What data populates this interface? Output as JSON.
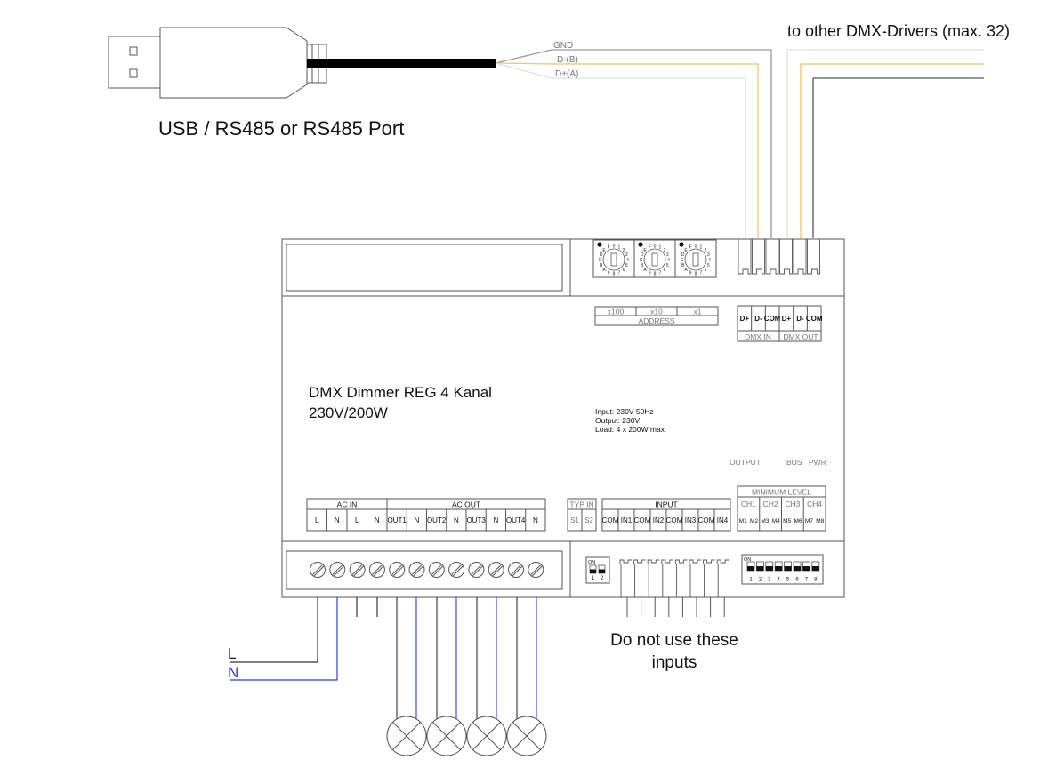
{
  "usb": {
    "caption": "USB / RS485 or RS485 Port",
    "wires": [
      "GND",
      "D-(B)",
      "D+(A)"
    ]
  },
  "other_drivers": "to other DMX-Drivers (max. 32)",
  "device": {
    "name_line1": "DMX Dimmer REG 4 Kanal",
    "name_line2": "230V/200W",
    "spec_input": "Input: 230V 50Hz",
    "spec_output": "Output: 230V",
    "spec_load": "Load: 4 x 200W max",
    "address": {
      "title": "ADDRESS",
      "cells": [
        "x100",
        "x10",
        "x1"
      ]
    },
    "dial_digits": "0123456789ABCDEF",
    "dmx_terminals": [
      "D+",
      "D-",
      "COM",
      "D+",
      "D-",
      "COM"
    ],
    "dmx_in": "DMX IN",
    "dmx_out": "DMX OUT",
    "leds": {
      "output": "OUTPUT",
      "bus": "BUS",
      "pwr": "PWR"
    },
    "ac_in": {
      "title": "AC IN",
      "terminals": [
        "L",
        "N",
        "L",
        "N"
      ]
    },
    "ac_out": {
      "title": "AC OUT",
      "terminals": [
        "OUT1",
        "N",
        "OUT2",
        "N",
        "OUT3",
        "N",
        "OUT4",
        "N"
      ]
    },
    "typ_in": {
      "title": "TYP IN",
      "terminals": [
        "S1",
        "S2"
      ]
    },
    "input": {
      "title": "INPUT",
      "terminals": [
        "COM",
        "IN1",
        "COM",
        "IN2",
        "COM",
        "IN3",
        "COM",
        "IN4"
      ]
    },
    "minimum_level": {
      "title": "MINIMUM LEVEL",
      "channels": [
        "CH1",
        "CH2",
        "CH3",
        "CH4"
      ],
      "terminals": [
        "M1",
        "M2",
        "M3",
        "M4",
        "M5",
        "M6",
        "M7",
        "M8"
      ]
    },
    "dip_small": {
      "on": "ON",
      "numbers": [
        "1",
        "2"
      ]
    },
    "dip_large": {
      "on": "ON",
      "numbers": [
        "1",
        "2",
        "3",
        "4",
        "5",
        "6",
        "7",
        "8"
      ]
    }
  },
  "mains": {
    "l": "L",
    "n": "N"
  },
  "note": {
    "line1": "Do not use these",
    "line2": "inputs"
  },
  "colors": {
    "outline": "#555555",
    "black": "#111111",
    "gnd_wire": "#9a9a9a",
    "db_wire": "#f2c46a",
    "da_wire": "#e0e0e0",
    "neutral_wire": "#2b3fd8",
    "line_wire": "#333333"
  }
}
